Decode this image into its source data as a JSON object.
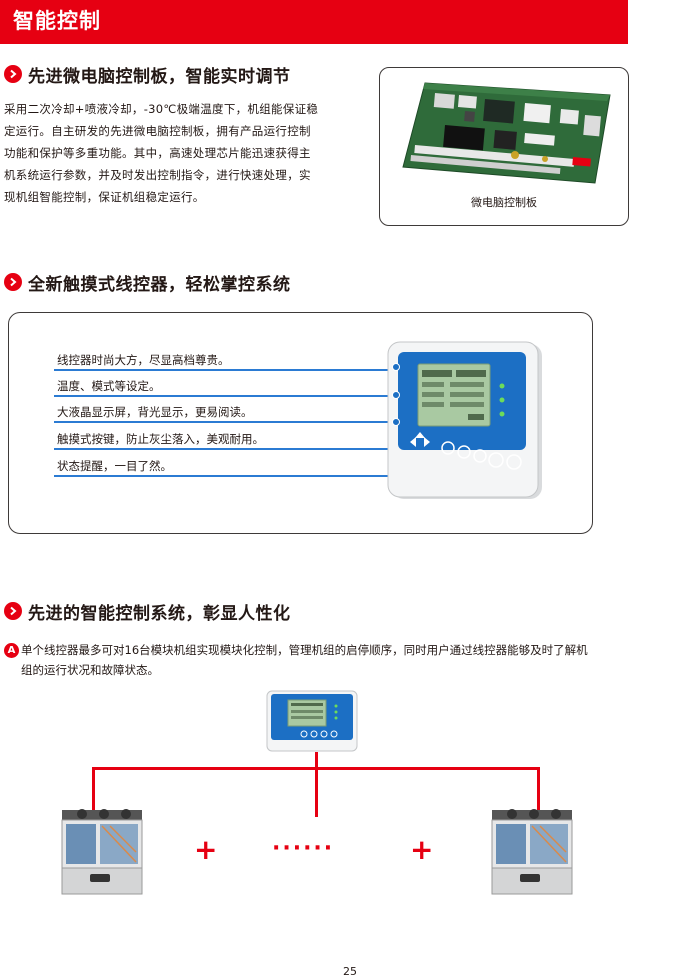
{
  "header": {
    "title": "智能控制"
  },
  "section1": {
    "title": "先进微电脑控制板，智能实时调节",
    "paragraph": [
      "采用二次冷却+喷液冷却，-30℃极端温度下，机组能保证稳",
      "定运行。自主研发的先进微电脑控制板，拥有产品运行控制",
      "功能和保护等多重功能。其中，高速处理芯片能迅速获得主",
      "机系统运行参数，并及时发出控制指令，进行快速处理，实",
      "现机组智能控制，保证机组稳定运行。"
    ],
    "image_caption": "微电脑控制板"
  },
  "section2": {
    "title": "全新触摸式线控器，轻松掌控系统",
    "features": [
      "线控器时尚大方，尽显高档尊贵。",
      "温度、模式等设定。",
      "大液晶显示屏，背光显示，更易阅读。",
      "触摸式按键，防止灰尘落入，美观耐用。",
      "状态提醒，一目了然。"
    ]
  },
  "section3": {
    "title": "先进的智能控制系统，彰显人性化",
    "note_badge": "A",
    "note_lines": [
      "单个线控器最多可对16台模块机组实现模块化控制，管理机组的启停顺序，同时用户通过线控器能够及时了解机",
      "组的运行状况和故障状态。"
    ],
    "plus_symbol": "+",
    "dots_symbol": "······"
  },
  "page_number": "25",
  "colors": {
    "brand_red": "#e60012",
    "feature_line_blue": "#2b7bd3",
    "text": "#231815"
  }
}
